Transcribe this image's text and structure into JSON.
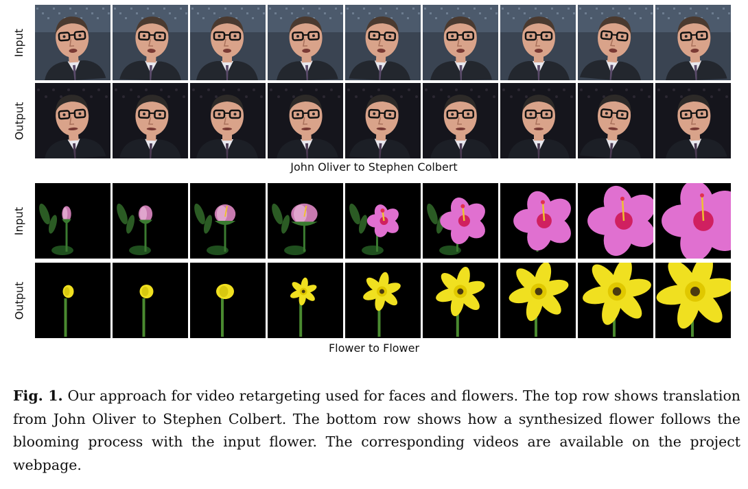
{
  "groups": [
    {
      "caption": "John Oliver to Stephen Colbert",
      "rows": [
        {
          "label": "Input",
          "kind": "face-oliver",
          "frame_count": 9
        },
        {
          "label": "Output",
          "kind": "face-colbert",
          "frame_count": 9
        }
      ]
    },
    {
      "caption": "Flower to Flower",
      "rows": [
        {
          "label": "Input",
          "kind": "flower-hibiscus",
          "frame_count": 9,
          "bloom_stages": [
            0.05,
            0.15,
            0.3,
            0.42,
            0.55,
            0.68,
            0.8,
            0.9,
            1.0
          ]
        },
        {
          "label": "Output",
          "kind": "flower-yellow",
          "frame_count": 9,
          "bloom_stages": [
            0.05,
            0.15,
            0.3,
            0.42,
            0.55,
            0.68,
            0.8,
            0.9,
            1.0
          ]
        }
      ]
    }
  ],
  "figure": {
    "label": "Fig. 1.",
    "text": "Our approach for video retargeting used for faces and flowers. The top row shows translation from John Oliver to Stephen Colbert. The bottom row shows how a synthesized flower follows the blooming process with the input flower. The corresponding videos are available on the project webpage."
  },
  "colors": {
    "hibiscus": "#e070d0",
    "hibiscus_center": "#d02060",
    "yellow_flower": "#f0e020",
    "stem": "#3a7a30",
    "oliver_bg": "#3a4452",
    "colbert_bg": "#15151c",
    "skin": "#d9a38a"
  }
}
